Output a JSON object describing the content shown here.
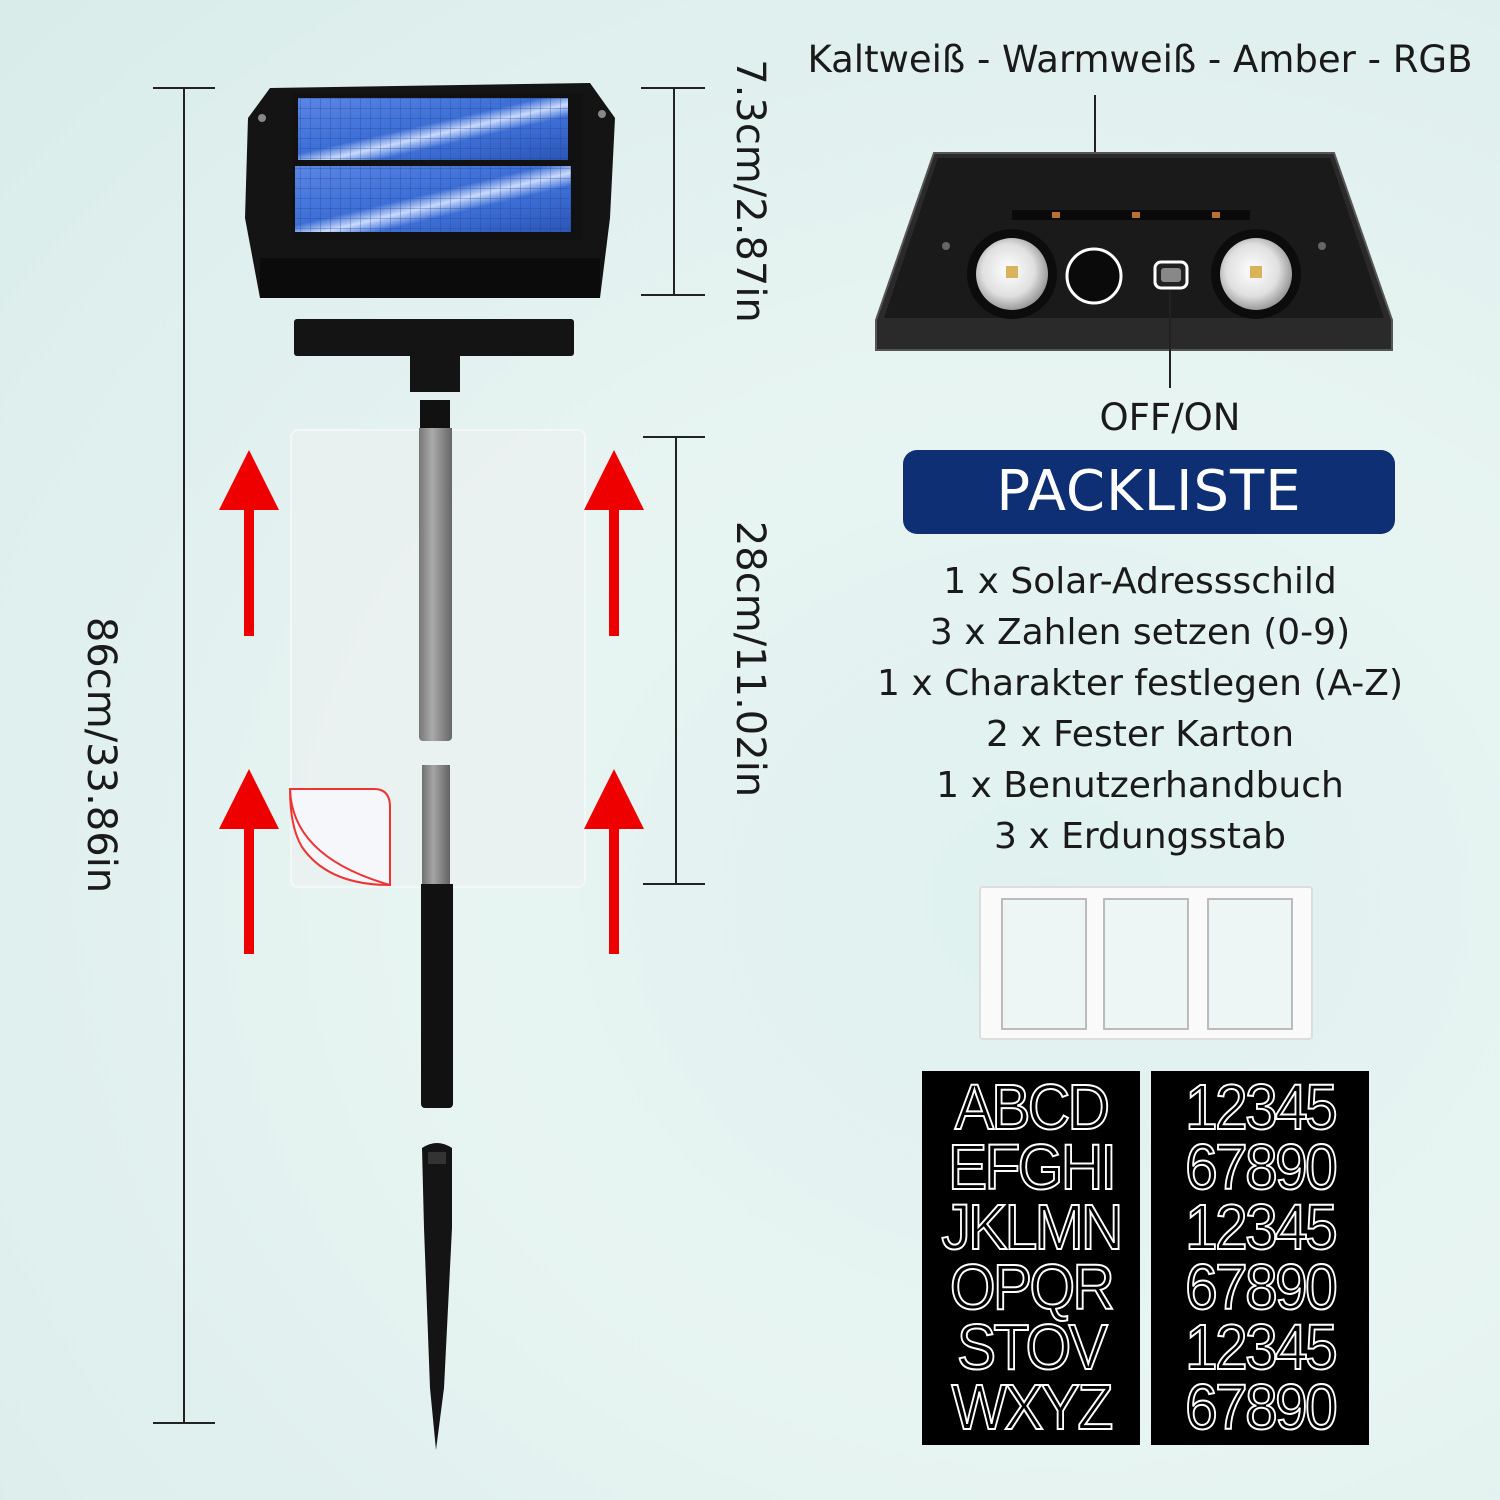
{
  "dimensions": {
    "total_height": "86cm/33.86in",
    "panel_height": "7.3cm/2.87in",
    "sign_height": "28cm/11.02in"
  },
  "light_modes": "Kaltweiß - Warmweiß - Amber - RGB",
  "switch_label": "OFF/ON",
  "packlist": {
    "title": "PACKLISTE",
    "items": [
      "1 x Solar-Adressschild",
      "3 x Zahlen setzen (0-9)",
      "1 x Charakter festlegen (A-Z)",
      "2 x Fester Karton",
      "1 x Benutzerhandbuch",
      "3 x Erdungsstab"
    ]
  },
  "stickers": {
    "letters": [
      "ABCD",
      "EFGHI",
      "JKLMN",
      "OPQR",
      "STOV",
      "WXYZ"
    ],
    "numbers": [
      "12345",
      "67890",
      "12345",
      "67890",
      "12345",
      "67890"
    ]
  },
  "colors": {
    "arrow": "#ee0000",
    "banner": "#0e2f73",
    "solar_cell": "#3d6fd6"
  }
}
